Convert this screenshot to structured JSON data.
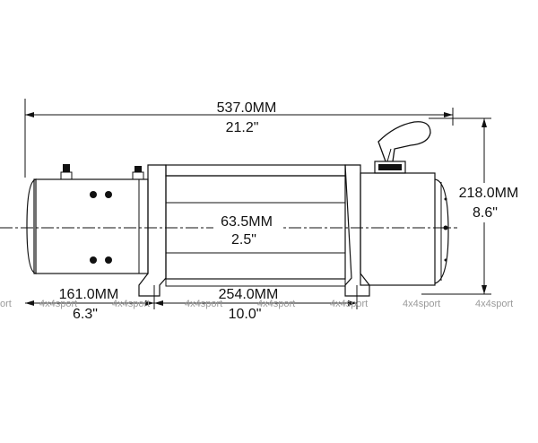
{
  "dimensions": {
    "overall_length_mm": "537.0MM",
    "overall_length_in": "21.2\"",
    "height_mm": "218.0MM",
    "height_in": "8.6\"",
    "drum_diameter_mm": "63.5MM",
    "drum_diameter_in": "2.5\"",
    "motor_length_mm": "161.0MM",
    "motor_length_in": "6.3\"",
    "mount_spacing_mm": "254.0MM",
    "mount_spacing_in": "10.0\""
  },
  "watermark": {
    "text": "4x4sport",
    "partial": "ort"
  },
  "colors": {
    "line": "#111111",
    "watermark": "#9a9a9a",
    "background": "#ffffff"
  }
}
